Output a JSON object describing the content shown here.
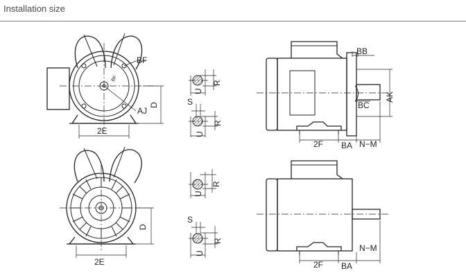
{
  "header": {
    "title": "Installation size"
  },
  "labels": {
    "bf": "BF",
    "aj": "AJ",
    "d": "D",
    "e2": "2E",
    "u": "U",
    "r": "R",
    "s": "S",
    "bb": "BB",
    "ak": "AK",
    "bc": "BC",
    "f2": "2F",
    "ba": "BA",
    "nm": "N−M"
  }
}
